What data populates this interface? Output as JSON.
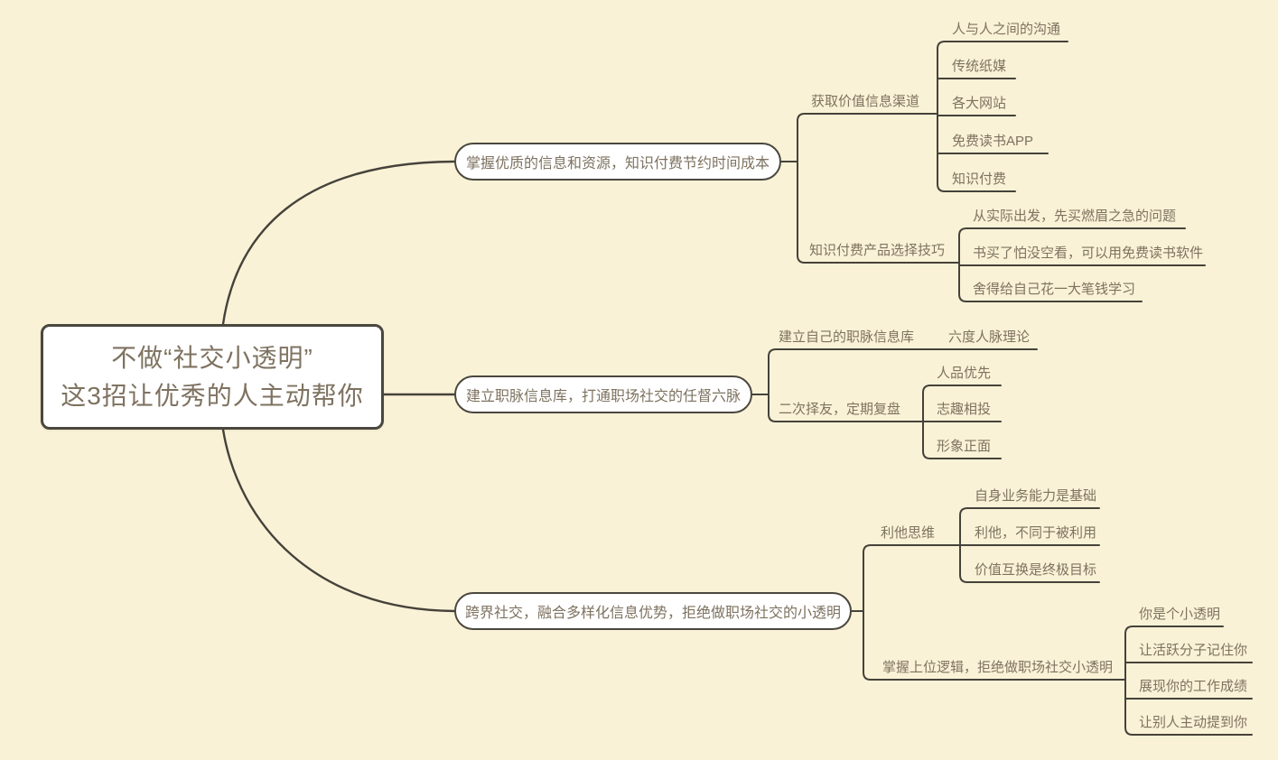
{
  "theme": {
    "bg": "#FAF2D6",
    "line": "#45423B",
    "text": "#7E7260",
    "node_border": "#4A473F",
    "node_fill": "#FFFFFF"
  },
  "root": {
    "line1": "不做“社交小透明”",
    "line2": "这3招让优秀的人主动帮你"
  },
  "branches": [
    {
      "label": "掌握优质的信息和资源，知识付费节约时间成本",
      "children": [
        {
          "label": "获取价值信息渠道",
          "leaves": [
            "人与人之间的沟通",
            "传统纸媒",
            "各大网站",
            "免费读书APP",
            "知识付费"
          ]
        },
        {
          "label": "知识付费产品选择技巧",
          "leaves": [
            "从实际出发，先买燃眉之急的问题",
            "书买了怕没空看，可以用免费读书软件",
            "舍得给自己花一大笔钱学习"
          ]
        }
      ]
    },
    {
      "label": "建立职脉信息库，打通职场社交的任督六脉",
      "children": [
        {
          "label": "建立自己的职脉信息库",
          "leaves": [
            "六度人脉理论"
          ]
        },
        {
          "label": "二次择友，定期复盘",
          "leaves": [
            "人品优先",
            "志趣相投",
            "形象正面"
          ]
        }
      ]
    },
    {
      "label": "跨界社交，融合多样化信息优势，拒绝做职场社交的小透明",
      "children": [
        {
          "label": "利他思维",
          "leaves": [
            "自身业务能力是基础",
            "利他，不同于被利用",
            "价值互换是终极目标"
          ]
        },
        {
          "label": "掌握上位逻辑，拒绝做职场社交小透明",
          "leaves": [
            "你是个小透明",
            "让活跃分子记住你",
            "展现你的工作成绩",
            "让别人主动提到你"
          ]
        }
      ]
    }
  ]
}
